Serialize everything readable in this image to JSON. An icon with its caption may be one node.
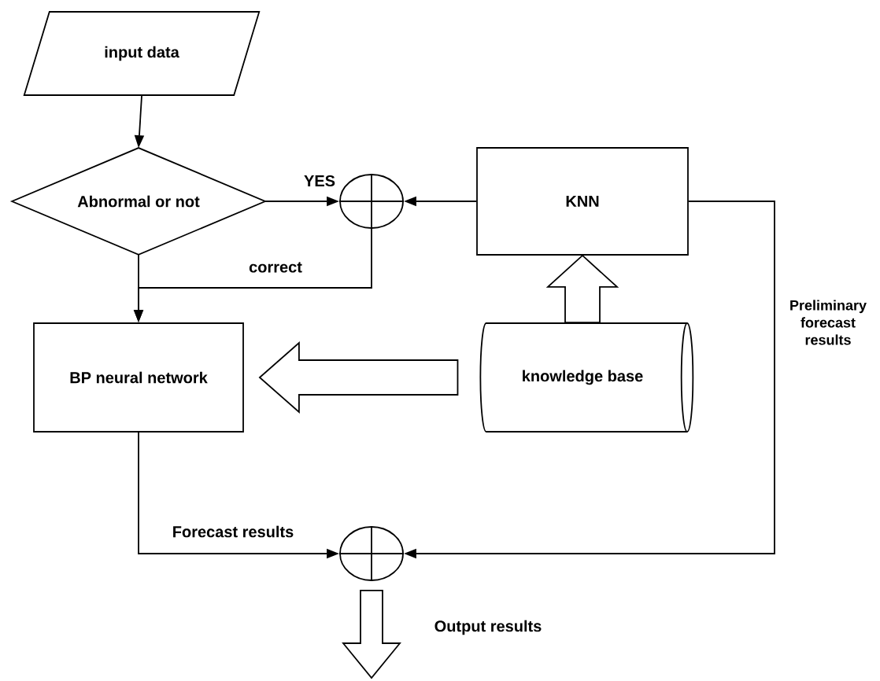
{
  "diagram": {
    "nodes": [
      {
        "text": [
          "input data"
        ]
      },
      {
        "text": [
          "Abnormal or not"
        ]
      },
      {
        "text": [],
        "shape": "circle"
      },
      {
        "text": [
          "KNN"
        ]
      },
      {
        "text": [
          "BP neural network"
        ]
      },
      {
        "text": [
          "knowledge base"
        ]
      },
      {
        "text": [],
        "shape": "circle"
      }
    ],
    "edges": [
      {
        "from": 0,
        "to": 1,
        "arrow": "to"
      },
      {
        "from": 1,
        "to": 2,
        "arrow": "to",
        "label": "YES"
      },
      {
        "from": 3,
        "to": 2,
        "arrow": "to"
      },
      {
        "from": 1,
        "to": 4,
        "arrow": "to"
      },
      {
        "from": 2,
        "to": 4,
        "arrow": "to",
        "label": "correct"
      },
      {
        "from": 5,
        "to": 3,
        "arrow": "to",
        "style": "thick"
      },
      {
        "from": 5,
        "to": 4,
        "arrow": "to",
        "style": "thick"
      },
      {
        "from": 4,
        "to": 6,
        "arrow": "to",
        "label": "Forecast results"
      },
      {
        "from": 3,
        "to": 6,
        "arrow": "to",
        "label": "Preliminary forecast results"
      },
      {
        "from": 6,
        "to": null,
        "arrow": "to",
        "style": "thick",
        "label": "Output results"
      }
    ]
  }
}
